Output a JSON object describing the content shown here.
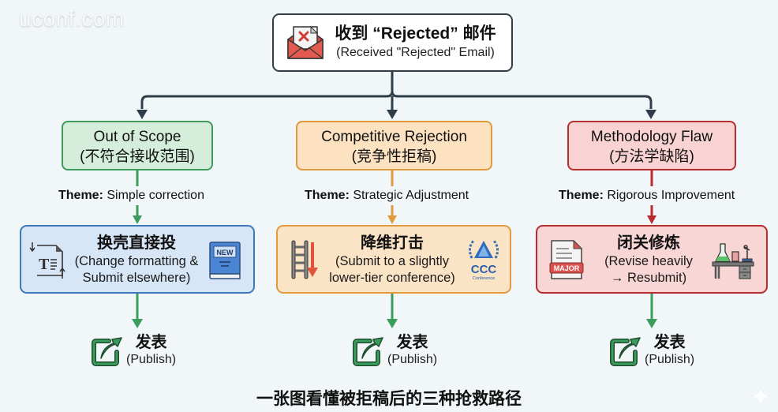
{
  "watermark": "uconf.com",
  "root": {
    "icon": "rejected-email-icon",
    "title": "收到 “Rejected” 邮件",
    "subtitle": "(Received \"Rejected\" Email)"
  },
  "colors": {
    "connector": "#2f3d4a",
    "green": "#3e9b5b",
    "orange": "#e39a3c",
    "red": "#b72d2d",
    "blue": "#3d78b8",
    "publish_arrow": "#3a9d5d"
  },
  "branches": [
    {
      "category": {
        "title": "Out of Scope",
        "subtitle": "(不符合接收范围)"
      },
      "theme": {
        "label": "Theme:",
        "value": "Simple correction"
      },
      "action": {
        "title": "换壳直接投",
        "subtitle_line1": "(Change formatting &",
        "subtitle_line2": "Submit elsewhere)",
        "left_icon": "document-format-icon",
        "right_icon": "new-book-icon",
        "right_icon_text": "NEW"
      },
      "outcome": {
        "icon": "publish-share-icon",
        "title": "发表",
        "subtitle": "(Publish)"
      }
    },
    {
      "category": {
        "title": "Competitive Rejection",
        "subtitle": "(竞争性拒稿)"
      },
      "theme": {
        "label": "Theme:",
        "value": "Strategic Adjustment"
      },
      "action": {
        "title": "降维打击",
        "subtitle_line1": "(Submit to a slightly",
        "subtitle_line2": "lower-tier conference)",
        "left_icon": "ladder-down-icon",
        "right_icon": "conference-logo-icon",
        "right_icon_text": "CCC",
        "right_icon_subtext": "Conference"
      },
      "outcome": {
        "icon": "publish-share-icon",
        "title": "发表",
        "subtitle": "(Publish)"
      }
    },
    {
      "category": {
        "title": "Methodology Flaw",
        "subtitle": "(方法学缺陷)"
      },
      "theme": {
        "label": "Theme:",
        "value": "Rigorous Improvement"
      },
      "action": {
        "title": "闭关修炼",
        "subtitle_line1": "(Revise heavily",
        "subtitle_line2": "→ Resubmit)",
        "left_icon": "major-revision-document-icon",
        "left_icon_text": "MAJOR",
        "right_icon": "lab-desk-icon"
      },
      "outcome": {
        "icon": "publish-share-icon",
        "title": "发表",
        "subtitle": "(Publish)"
      }
    }
  ],
  "caption": "一张图看懂被拒稿后的三种抢救路径"
}
